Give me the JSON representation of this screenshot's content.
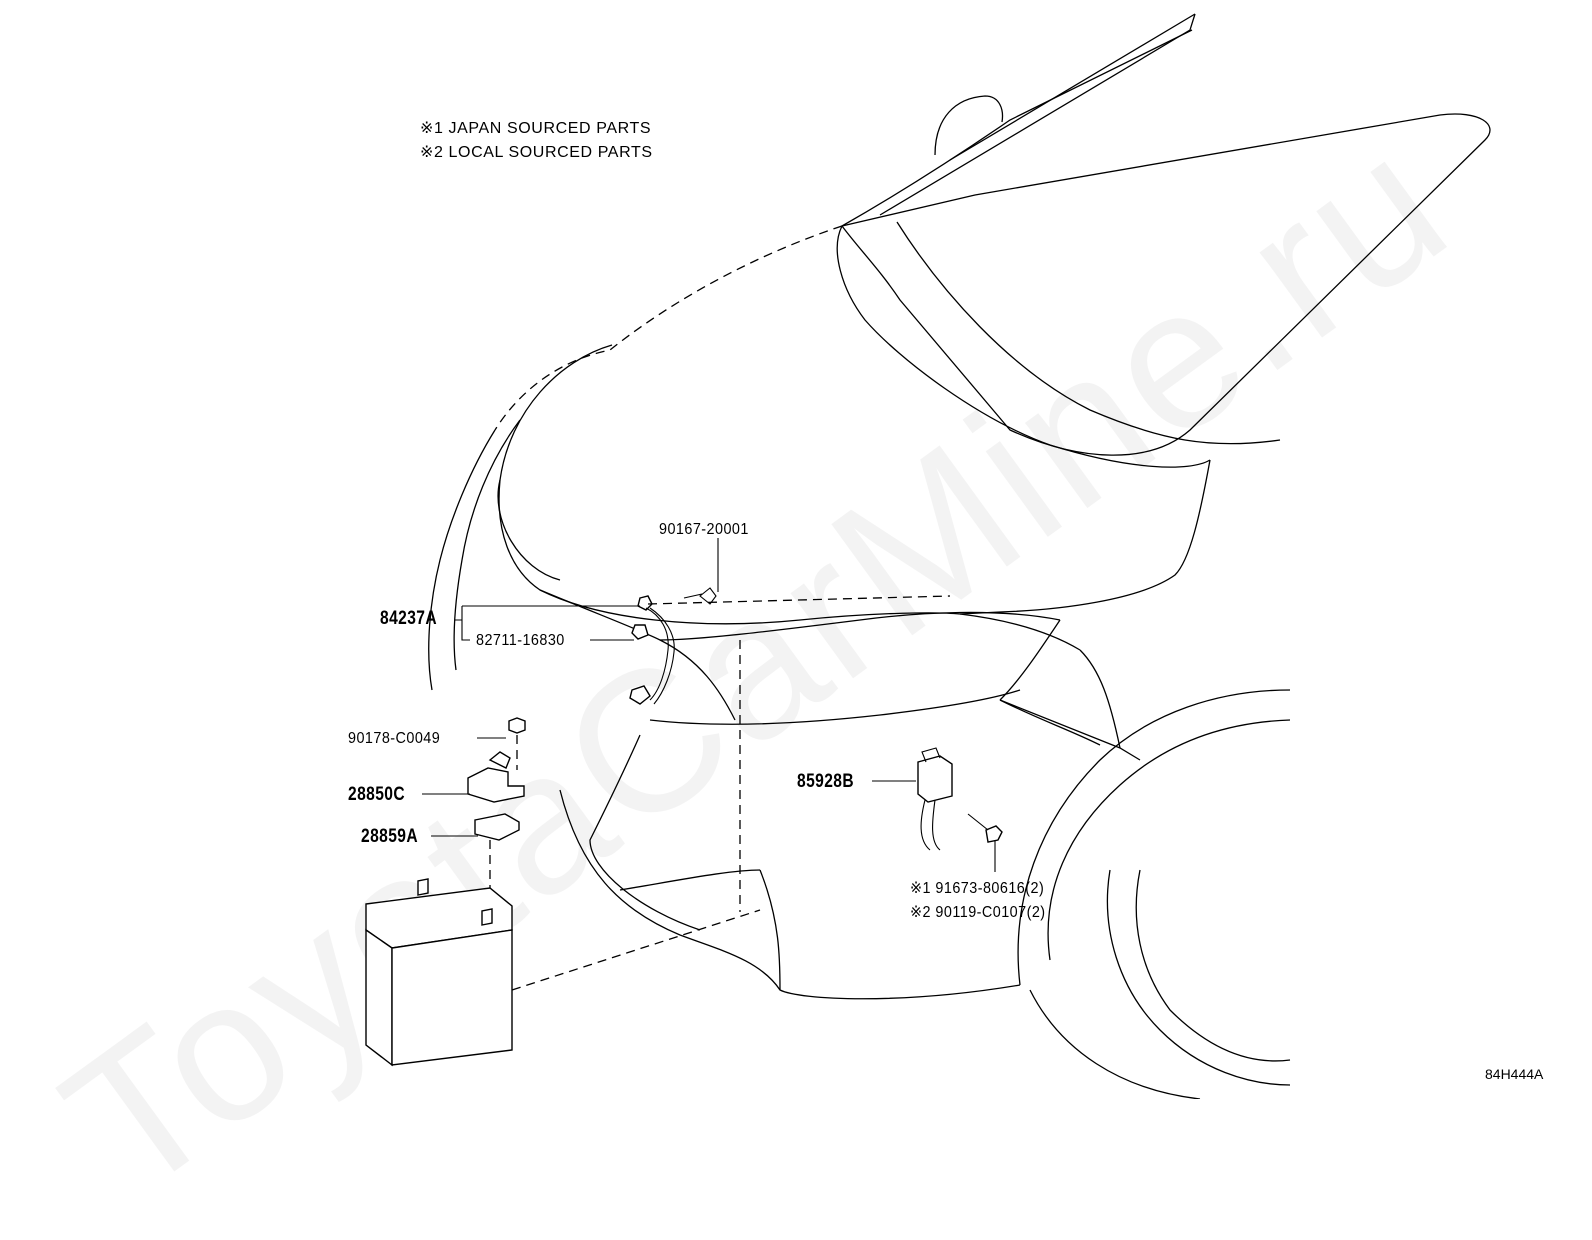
{
  "notes": [
    "※1 JAPAN SOURCED PARTS",
    "※2 LOCAL SOURCED PARTS"
  ],
  "parts": {
    "p_90167": "90167-20001",
    "p_84237A": "84237A",
    "p_82711": "82711-16830",
    "p_90178": "90178-C0049",
    "p_28850C": "28850C",
    "p_28859A": "28859A",
    "p_85928B": "85928B",
    "p_91673": "※1 91673-80616(2)",
    "p_90119": "※2 90119-C0107(2)"
  },
  "diagram_code": "84H444A",
  "watermark": "ToyotaCarMine.ru"
}
